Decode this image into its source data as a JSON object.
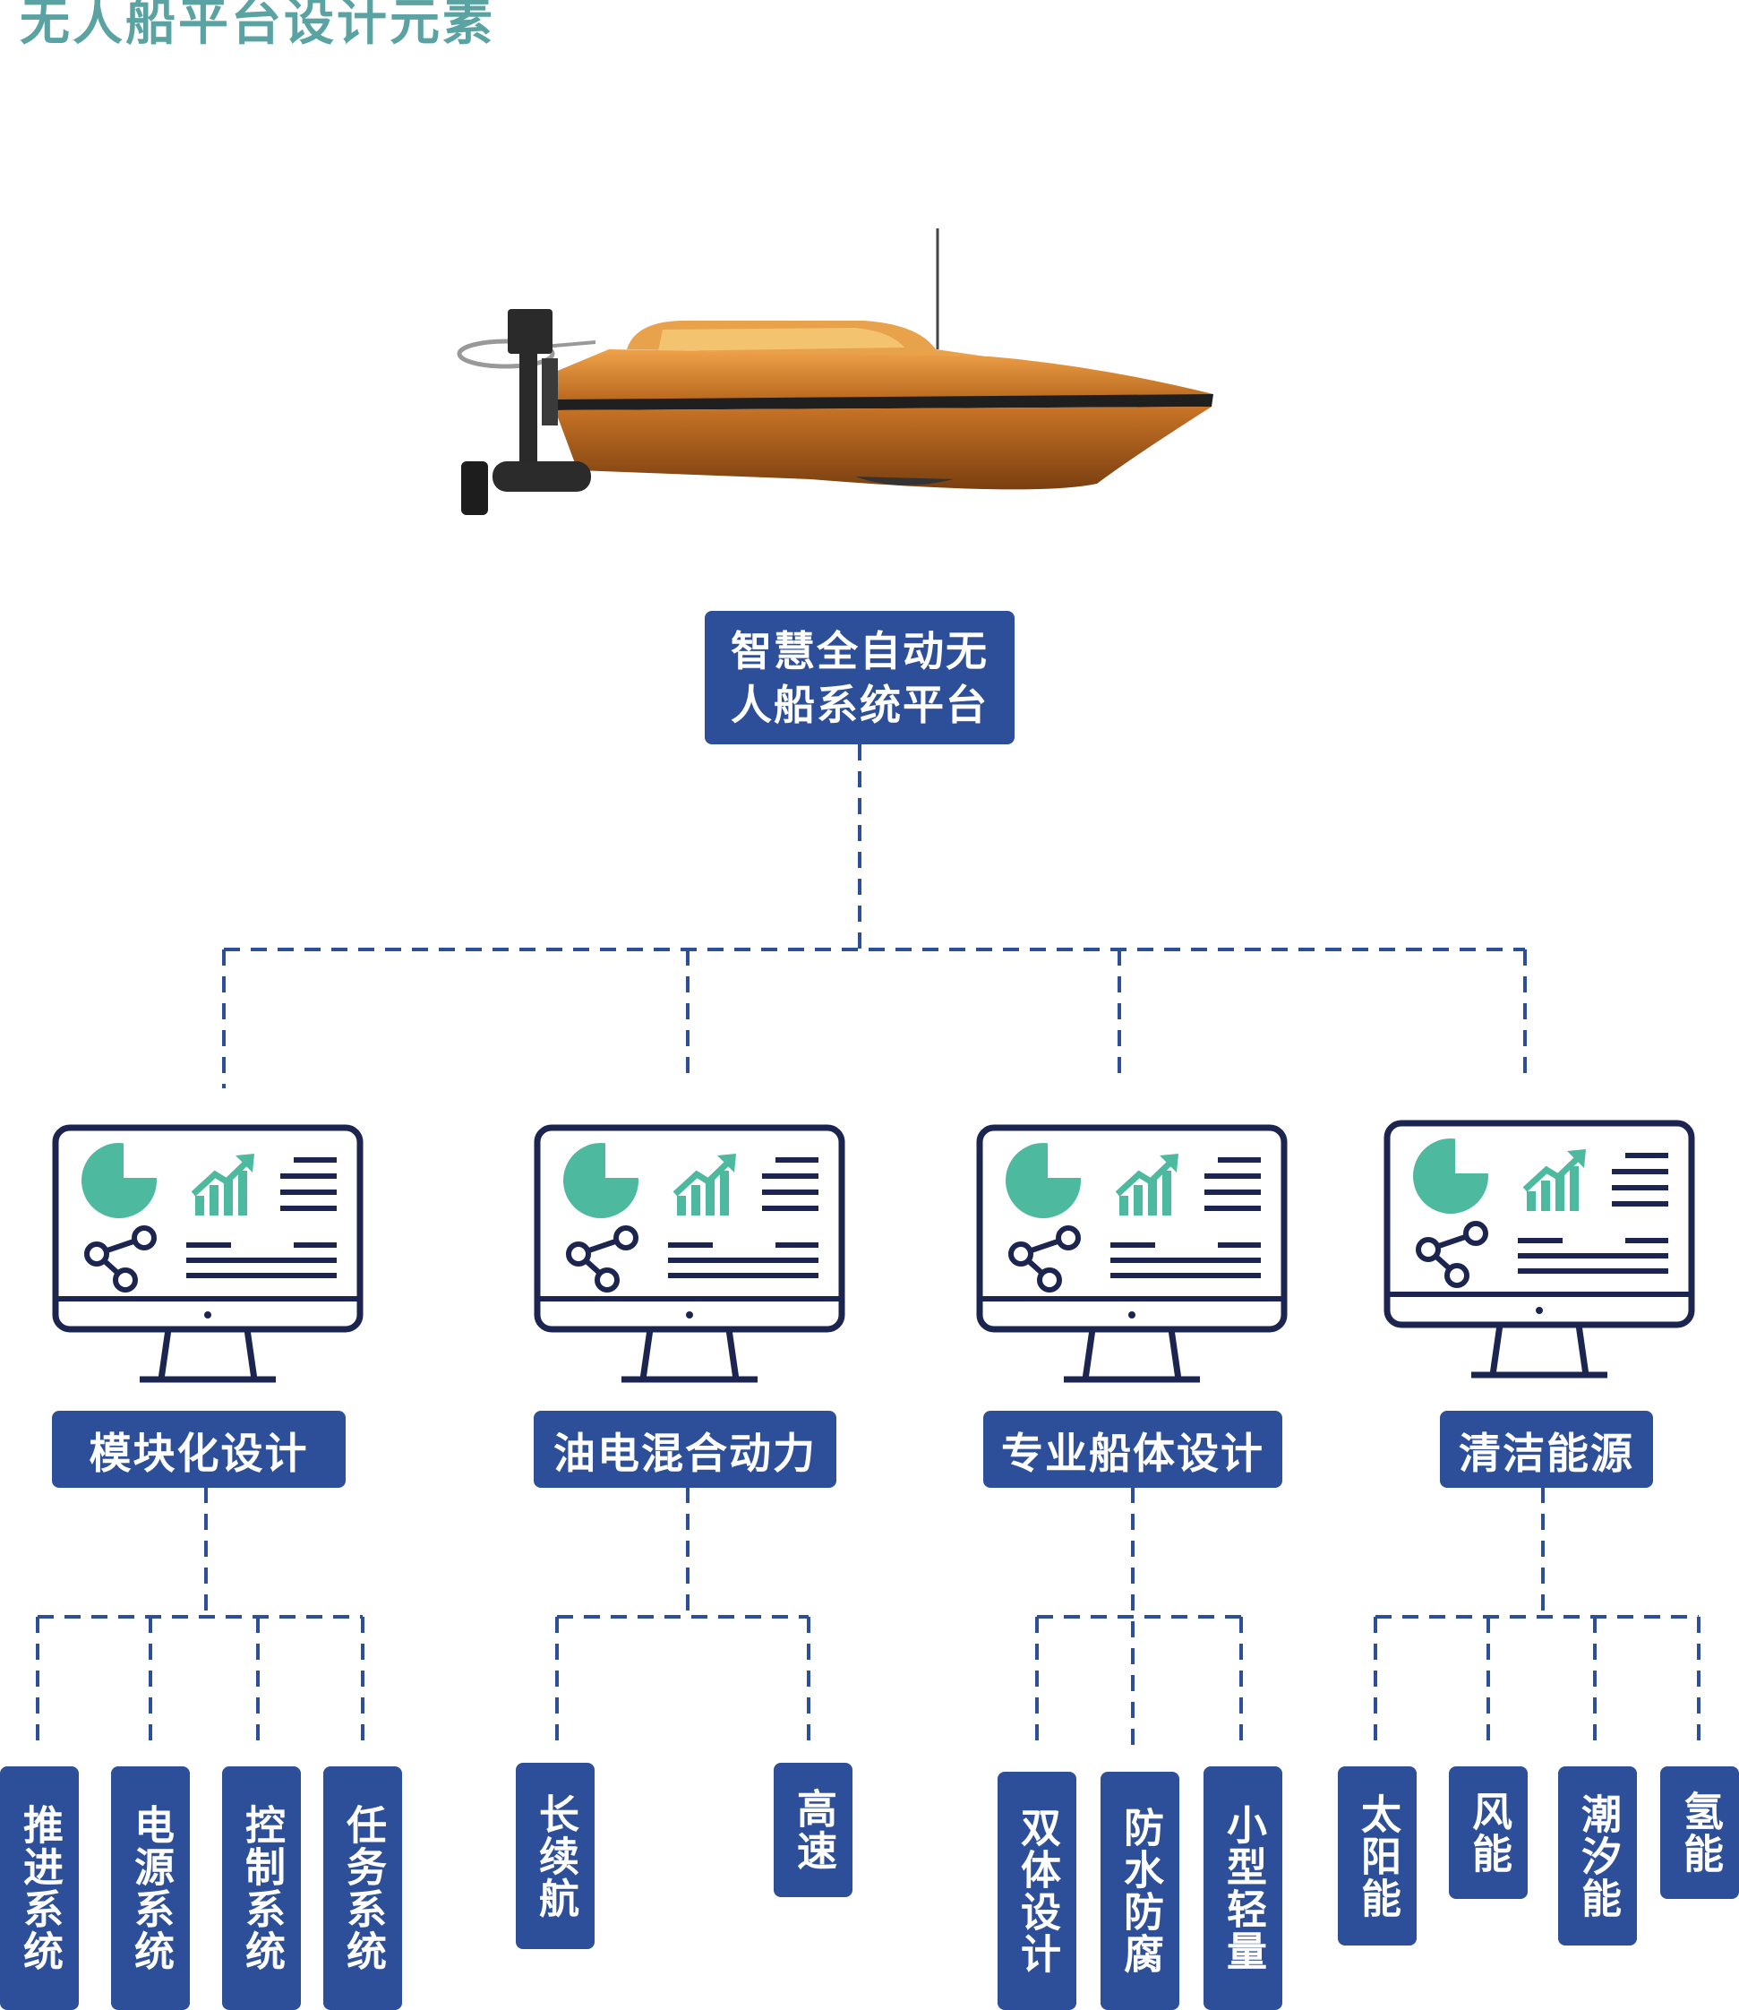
{
  "title": "无人船平台设计元素",
  "root": "智慧全自动无人船系统平台",
  "categories": [
    {
      "label": "模块化设计",
      "items": [
        "推进系统",
        "电源系统",
        "控制系统",
        "任务系统"
      ]
    },
    {
      "label": "油电混合动力",
      "items": [
        "长续航",
        "高速"
      ]
    },
    {
      "label": "专业船体设计",
      "items": [
        "双体设计",
        "防水防腐",
        "小型轻量"
      ]
    },
    {
      "label": "清洁能源",
      "items": [
        "太阳能",
        "风能",
        "潮汐能",
        "氢能"
      ]
    }
  ],
  "icons": [
    "boat-illustration",
    "monitor-icon",
    "pie-chart-icon",
    "bar-chart-icon",
    "share-icon",
    "text-lines-icon"
  ],
  "colors": {
    "title": "#5aa3a2",
    "box": "#2d4f99",
    "line": "#2d4f99",
    "monitor": "#1c2550",
    "icon": "#4db99f",
    "hull": "#d9802a"
  }
}
